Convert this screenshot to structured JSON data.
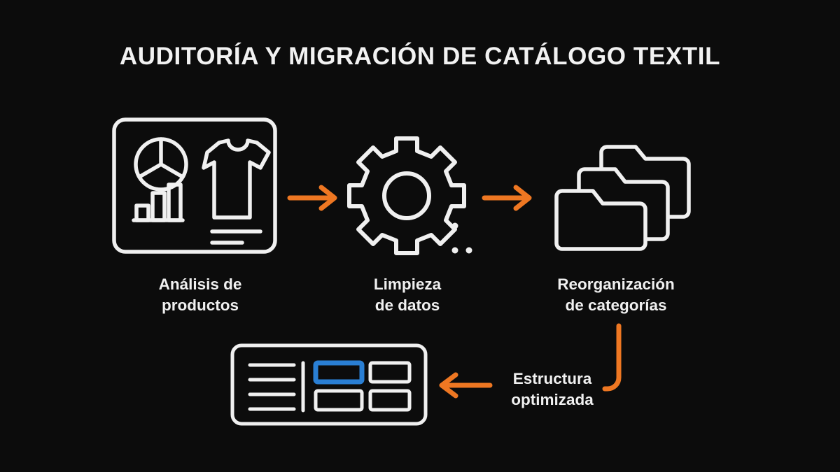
{
  "title": "AUDITORÍA Y MIGRACIÓN DE CATÁLOGO TEXTIL",
  "colors": {
    "background": "#0c0c0c",
    "stroke": "#f0f0f0",
    "accent_orange": "#ee7722",
    "highlight_blue": "#2a7fd4",
    "text": "#f0f0f0"
  },
  "steps": [
    {
      "id": "analisis-productos",
      "icon": "product-analysis-panel-icon",
      "label_line1": "Análisis de",
      "label_line2": "productos"
    },
    {
      "id": "limpieza-datos",
      "icon": "gear-icon",
      "label_line1": "Limpieza",
      "label_line2": "de datos"
    },
    {
      "id": "reorganizacion-categorias",
      "icon": "folders-stack-icon",
      "label_line1": "Reorganización",
      "label_line2": "de categorías"
    }
  ],
  "final_step": {
    "id": "estructura-optimizada",
    "icon": "layout-structure-icon",
    "label_line1": "Estructura",
    "label_line2": "optimizada"
  },
  "connectors": [
    {
      "id": "arrow-1",
      "direction": "right",
      "from": "analisis-productos",
      "to": "limpieza-datos"
    },
    {
      "id": "arrow-2",
      "direction": "right",
      "from": "limpieza-datos",
      "to": "reorganizacion-categorias"
    },
    {
      "id": "arrow-elbow",
      "direction": "down-left",
      "from": "reorganizacion-categorias",
      "to": "estructura-optimizada"
    },
    {
      "id": "arrow-3",
      "direction": "left",
      "from": "estructura-optimizada-label",
      "to": "layout-structure-icon"
    }
  ]
}
